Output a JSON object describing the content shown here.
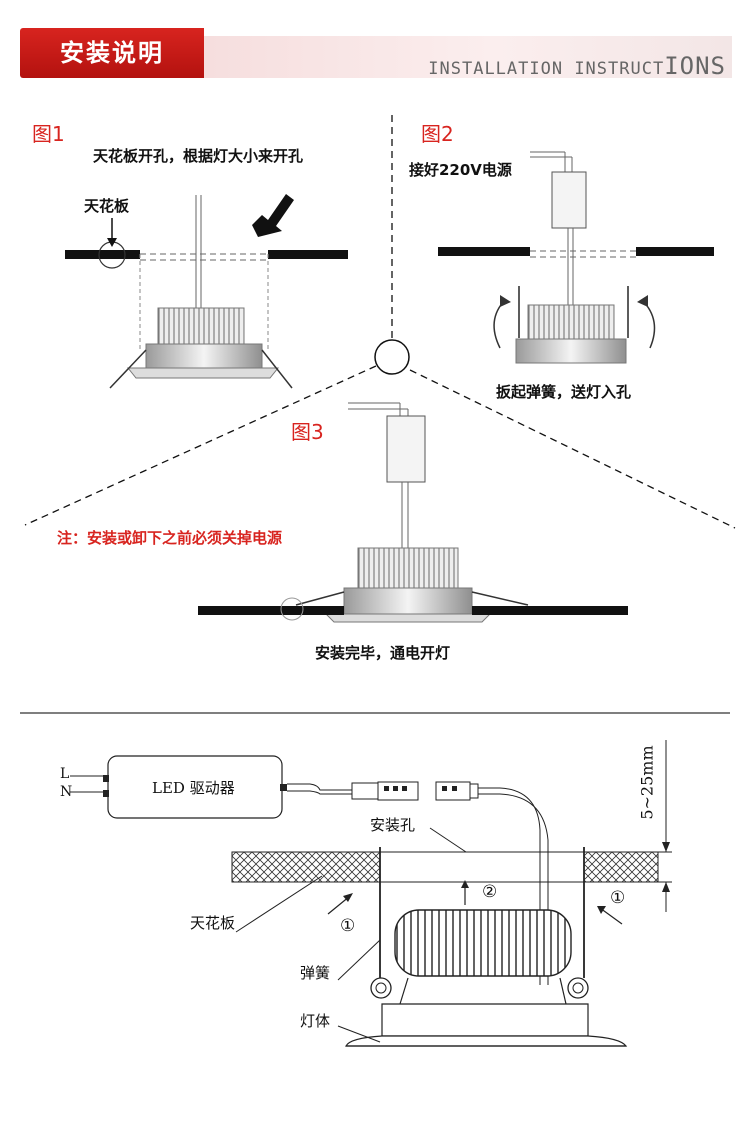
{
  "header": {
    "title_cn": "安装说明",
    "title_en_a": "INSTALLATION INSTRUCT",
    "title_en_b": "IONS"
  },
  "fig1": {
    "label": "图1",
    "caption": "天花板开孔，根据灯大小来开孔",
    "ceiling_label": "天花板"
  },
  "fig2": {
    "label": "图2",
    "power_caption": "接好220V电源",
    "action_caption": "扳起弹簧，送灯入孔"
  },
  "fig3": {
    "label": "图3",
    "warning": "注：安装或卸下之前必须关掉电源",
    "done_caption": "安装完毕，通电开灯"
  },
  "diagram": {
    "L": "L",
    "N": "N",
    "driver": "LED 驱动器",
    "hole": "安装孔",
    "ceiling": "天花板",
    "spring": "弹簧",
    "body": "灯体",
    "step1": "①",
    "step2": "②",
    "thickness": "5~25mm"
  }
}
